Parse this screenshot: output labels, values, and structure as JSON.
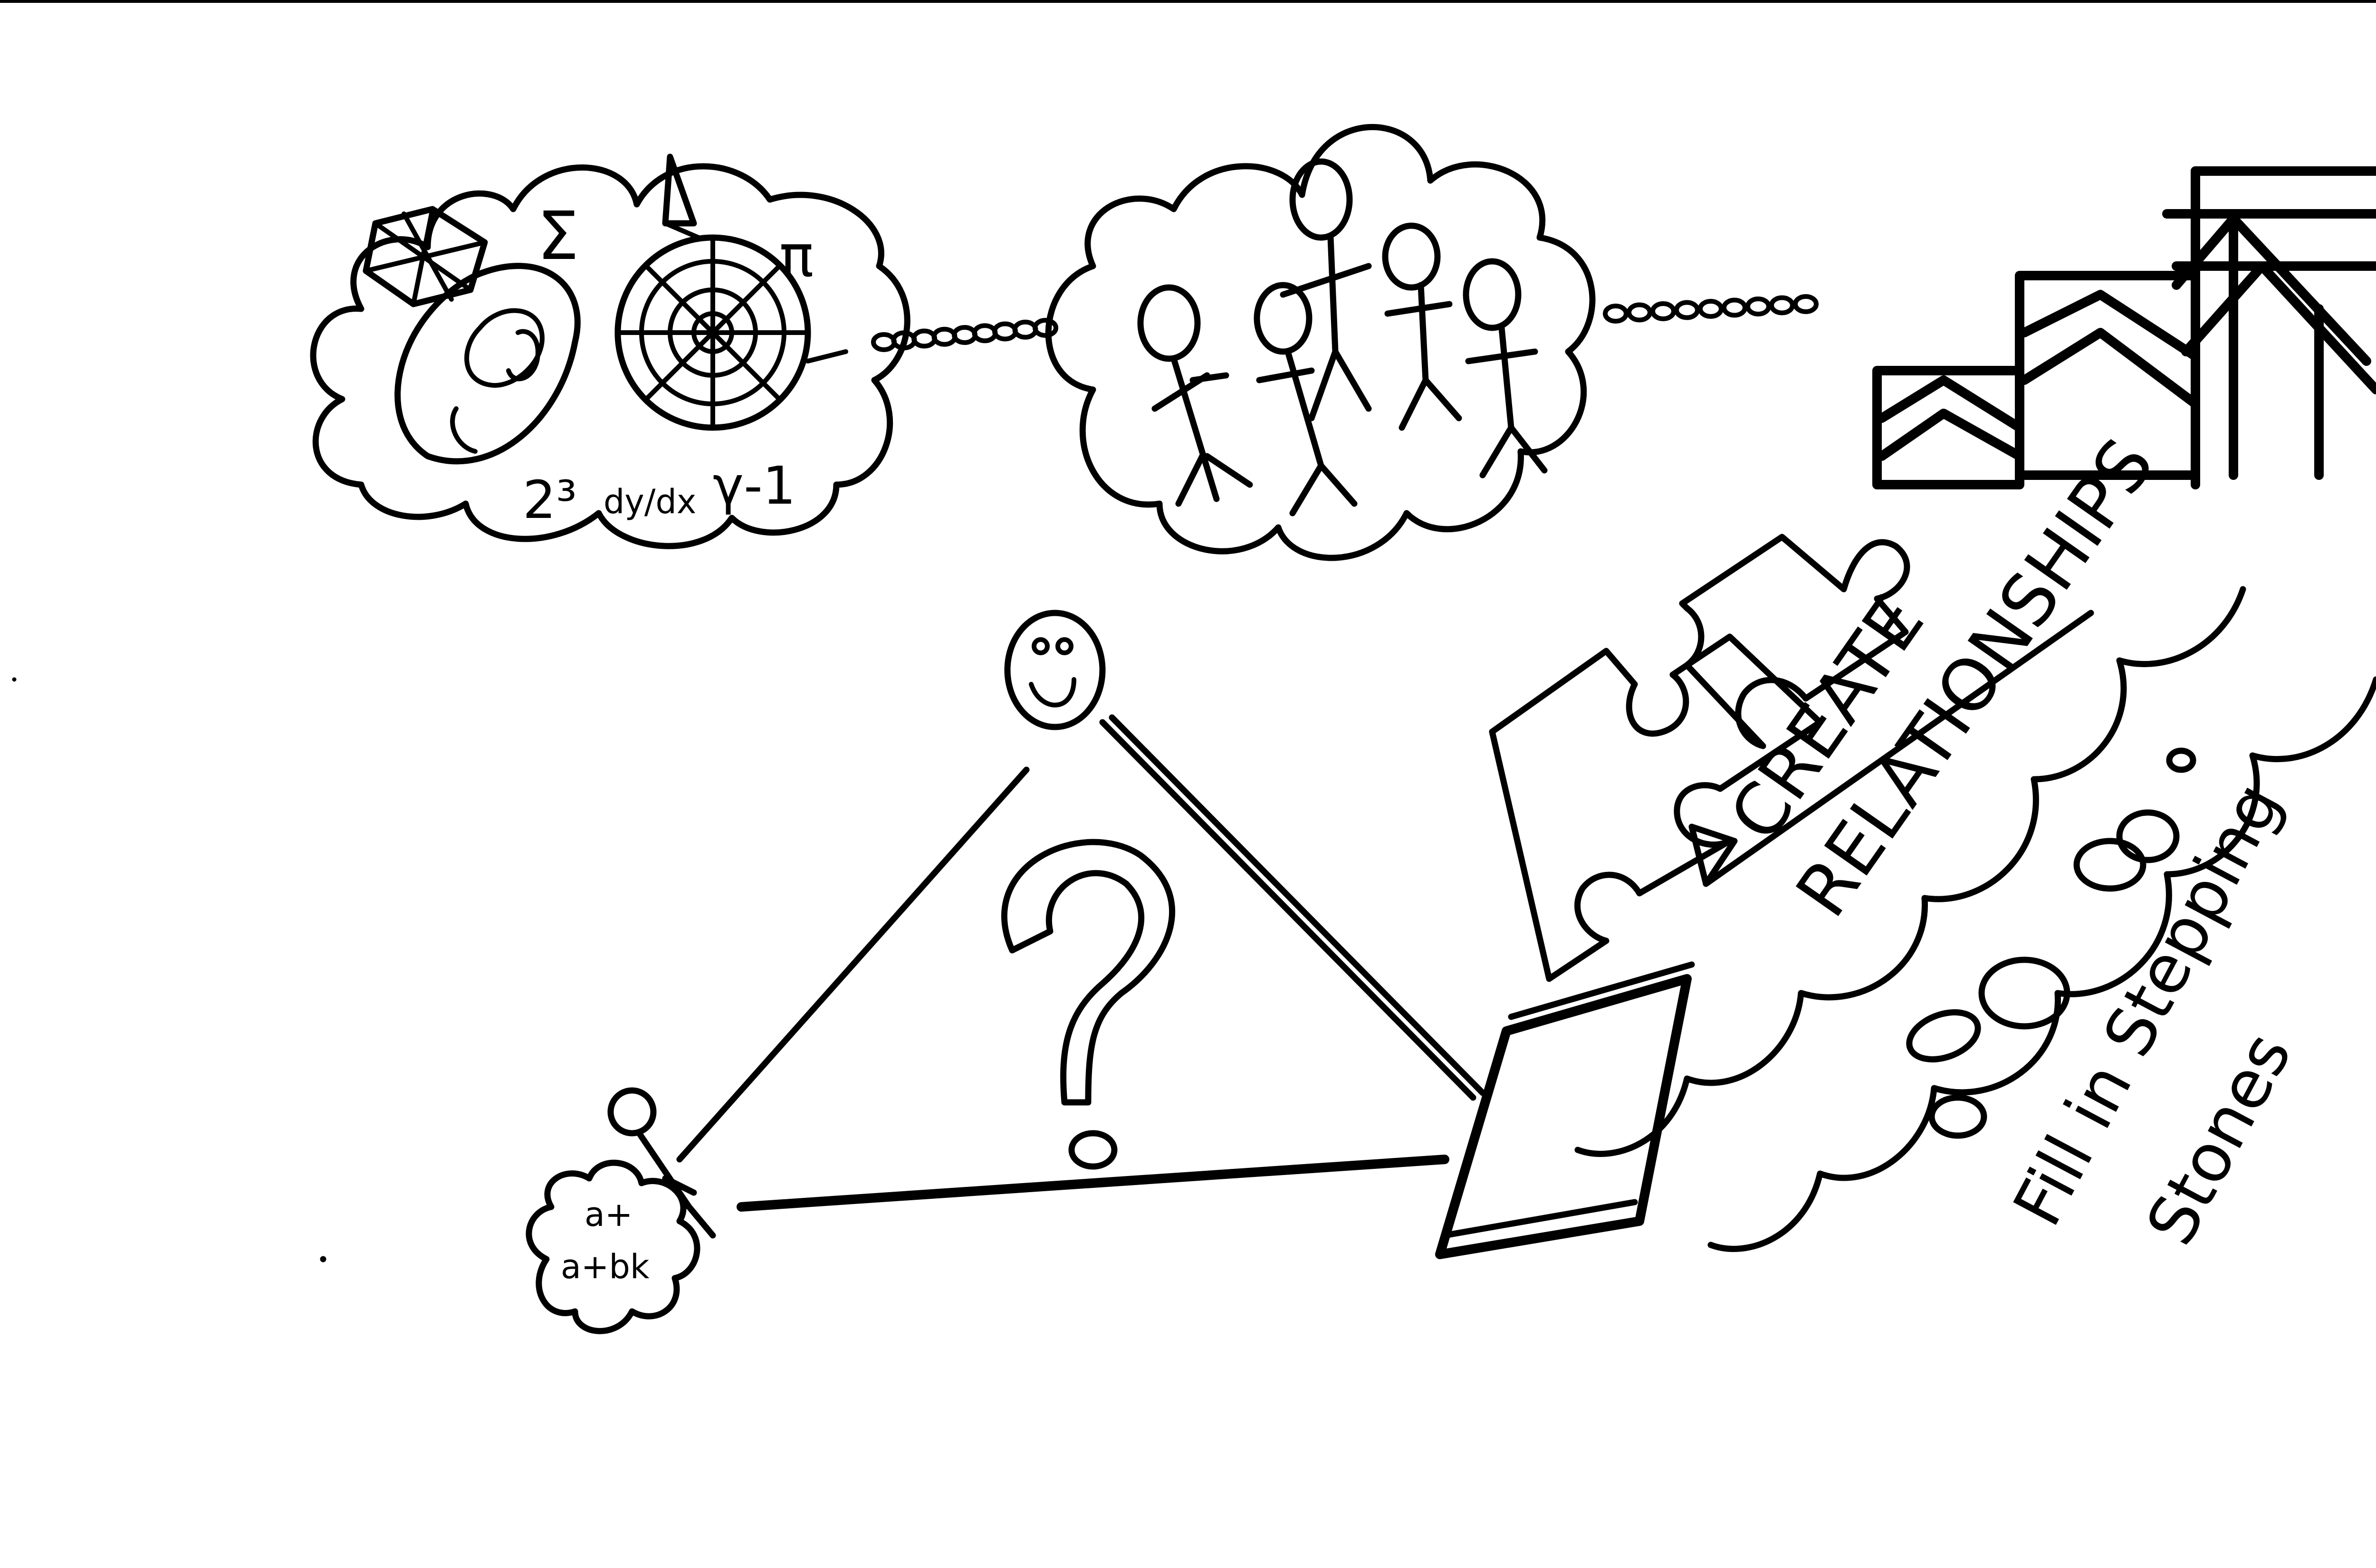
{
  "math_cloud": {
    "symbols": [
      "Σ",
      "π"
    ],
    "formulas": [
      "2³",
      "dy/dx",
      "γ-1"
    ]
  },
  "chain_dots": 9,
  "labels": {
    "create": "CREATE",
    "relationships": "RELATIONSHIPS",
    "fill_in": "Fill in Stepping",
    "stones": "Stones"
  },
  "question_mark": "?",
  "thought_cloud_text": {
    "line1": "a+",
    "line2": "a+bk"
  },
  "colors": {
    "ink": "#000000",
    "paper": "#ffffff"
  }
}
